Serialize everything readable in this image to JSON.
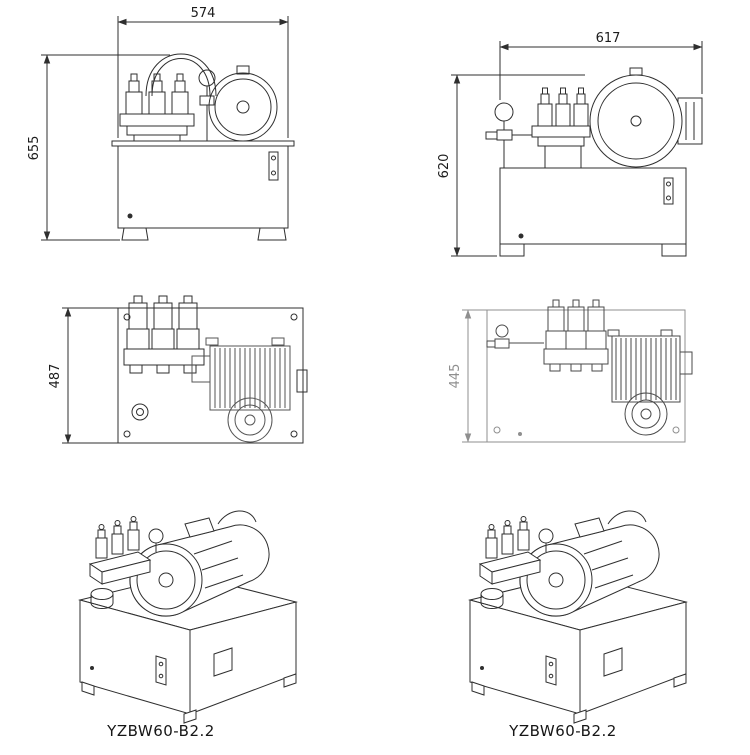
{
  "colors": {
    "line": "#2f2f2f",
    "gray_line": "#8f8f8f",
    "background": "#ffffff",
    "text": "#1c1c1c"
  },
  "views": {
    "front_left": {
      "width_dim": "574",
      "height_dim": "655"
    },
    "front_right": {
      "width_dim": "617",
      "height_dim": "620"
    },
    "plan_left": {
      "height_dim": "487"
    },
    "plan_right": {
      "height_dim": "445"
    },
    "iso_left": {
      "label": "YZBW60-B2.2"
    },
    "iso_right": {
      "label": "YZBW60-B2.2"
    }
  }
}
